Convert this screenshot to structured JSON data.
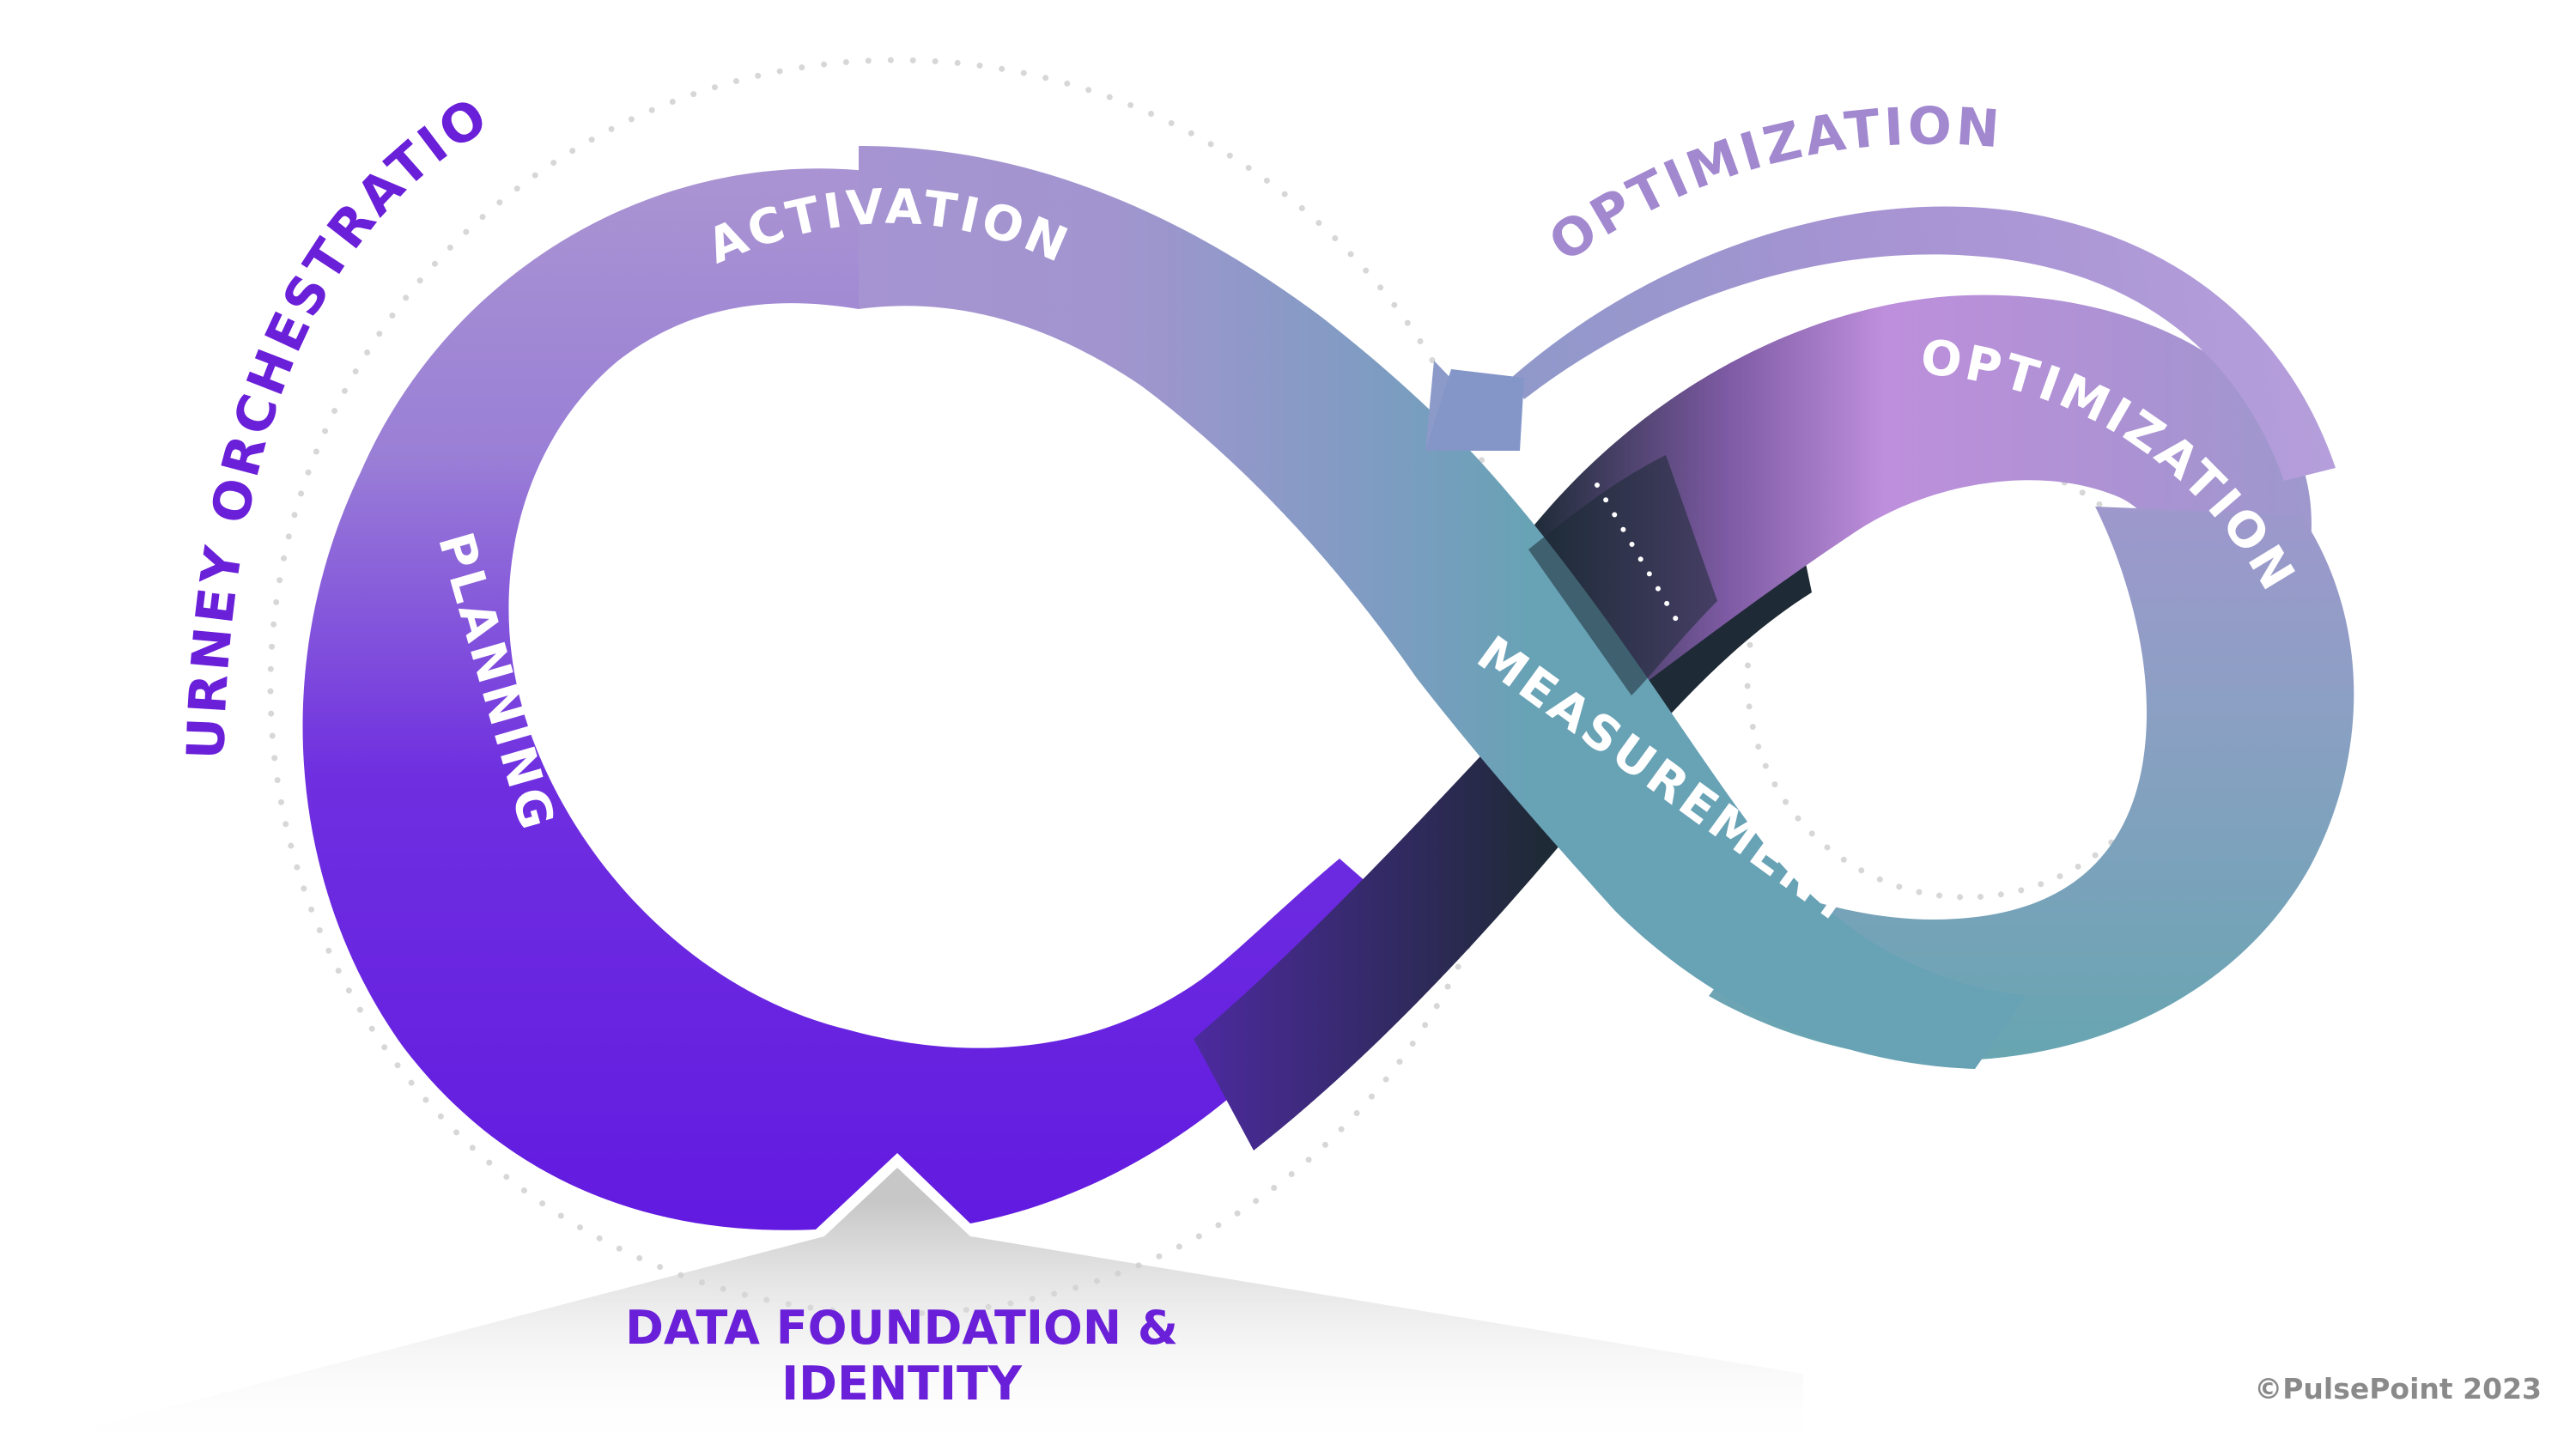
{
  "stages": {
    "activation": "ACTIVATION",
    "planning": "PLANNING",
    "measurement": "MEASUREMENT",
    "optimization_inner": "OPTIMIZATION",
    "optimization_outer": "OPTIMIZATION",
    "journey": "JOURNEY ORCHESTRATION"
  },
  "foundation": {
    "line1": "DATA FOUNDATION &",
    "line2": "IDENTITY"
  },
  "copyright": "©PulsePoint 2023",
  "colors": {
    "deep_purple": "#6119e0",
    "lavender": "#a993d2",
    "teal": "#67a5b1",
    "orchid": "#be8fdc",
    "dark_slate": "#1c2a35",
    "journey_text": "#6a1fd8",
    "optimization_text": "#a288cf",
    "dots": "#d7d7d7"
  }
}
